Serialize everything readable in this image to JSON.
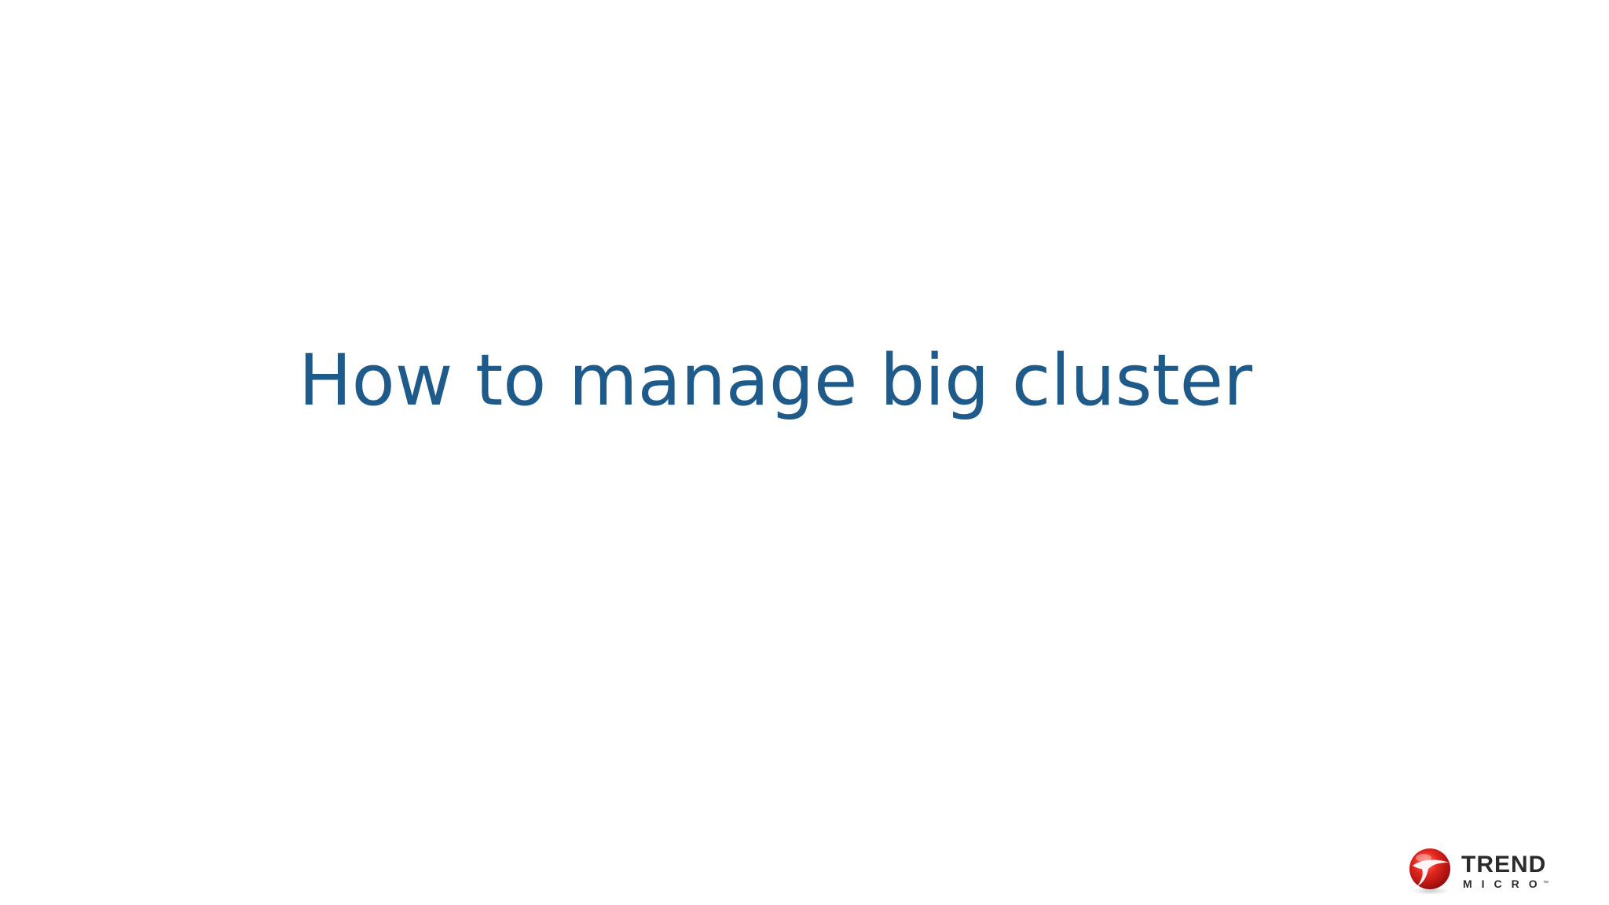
{
  "slide": {
    "title": "How to manage big cluster"
  },
  "logo": {
    "brand_top": "TREND",
    "brand_bottom": "MICRO",
    "trademark": "™",
    "mark_icon": "trend-micro-ball-icon",
    "colors": {
      "red": "#d71920",
      "text": "#2b2b2b"
    }
  },
  "colors": {
    "title": "#1e5a8a",
    "background": "#ffffff"
  }
}
